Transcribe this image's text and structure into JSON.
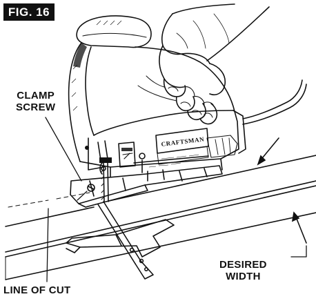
{
  "figure": {
    "badge": "FIG. 16",
    "labels": {
      "clamp_screw_line1": "CLAMP",
      "clamp_screw_line2": "SCREW",
      "desired_width_line1": "DESIRED",
      "desired_width_line2": "WIDTH",
      "line_of_cut": "LINE OF CUT"
    },
    "brand": "CRAFTSMAN",
    "icons": [
      "jigsaw-illustration",
      "hand-illustration",
      "rip-fence-guide",
      "workpiece-board",
      "arrow-icon"
    ]
  }
}
